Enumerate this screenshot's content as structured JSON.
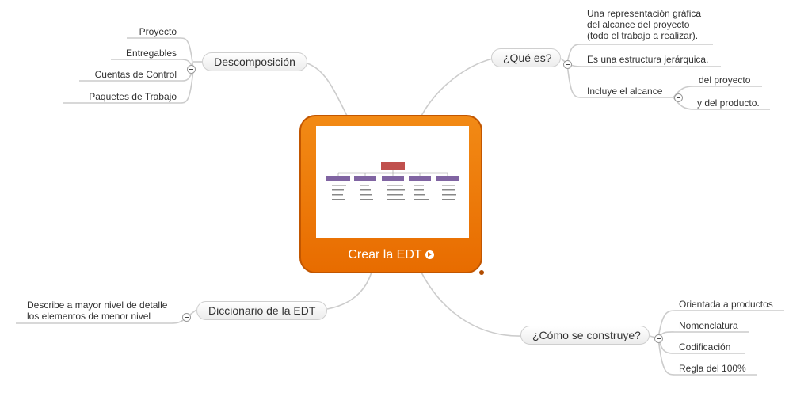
{
  "central": {
    "label": "Crear la EDT",
    "icon": "arrow-right-circle-icon"
  },
  "branches": {
    "descomposicion": {
      "label": "Descomposición",
      "items": [
        "Proyecto",
        "Entregables",
        "Cuentas de Control",
        "Paquetes de Trabajo"
      ]
    },
    "que_es": {
      "label": "¿Qué es?",
      "items": [
        "Una representación gráfica\ndel alcance del proyecto\n(todo el trabajo a realizar).",
        "Es una estructura jerárquica.",
        "Incluye el alcance"
      ],
      "subitems": [
        "del proyecto",
        "y del producto."
      ]
    },
    "diccionario": {
      "label": "Diccionario de la EDT",
      "items": [
        "Describe a mayor nivel de detalle\nlos elementos de menor nivel"
      ]
    },
    "como": {
      "label": "¿Cómo se construye?",
      "items": [
        "Orientada a productos",
        "Nomenclatura",
        "Codificación",
        "Regla del 100%"
      ]
    }
  },
  "colors": {
    "central_fill": "#e86c00",
    "connector": "#cccccc",
    "thumb_header": "#c0504d",
    "thumb_boxes": "#8064a2"
  }
}
